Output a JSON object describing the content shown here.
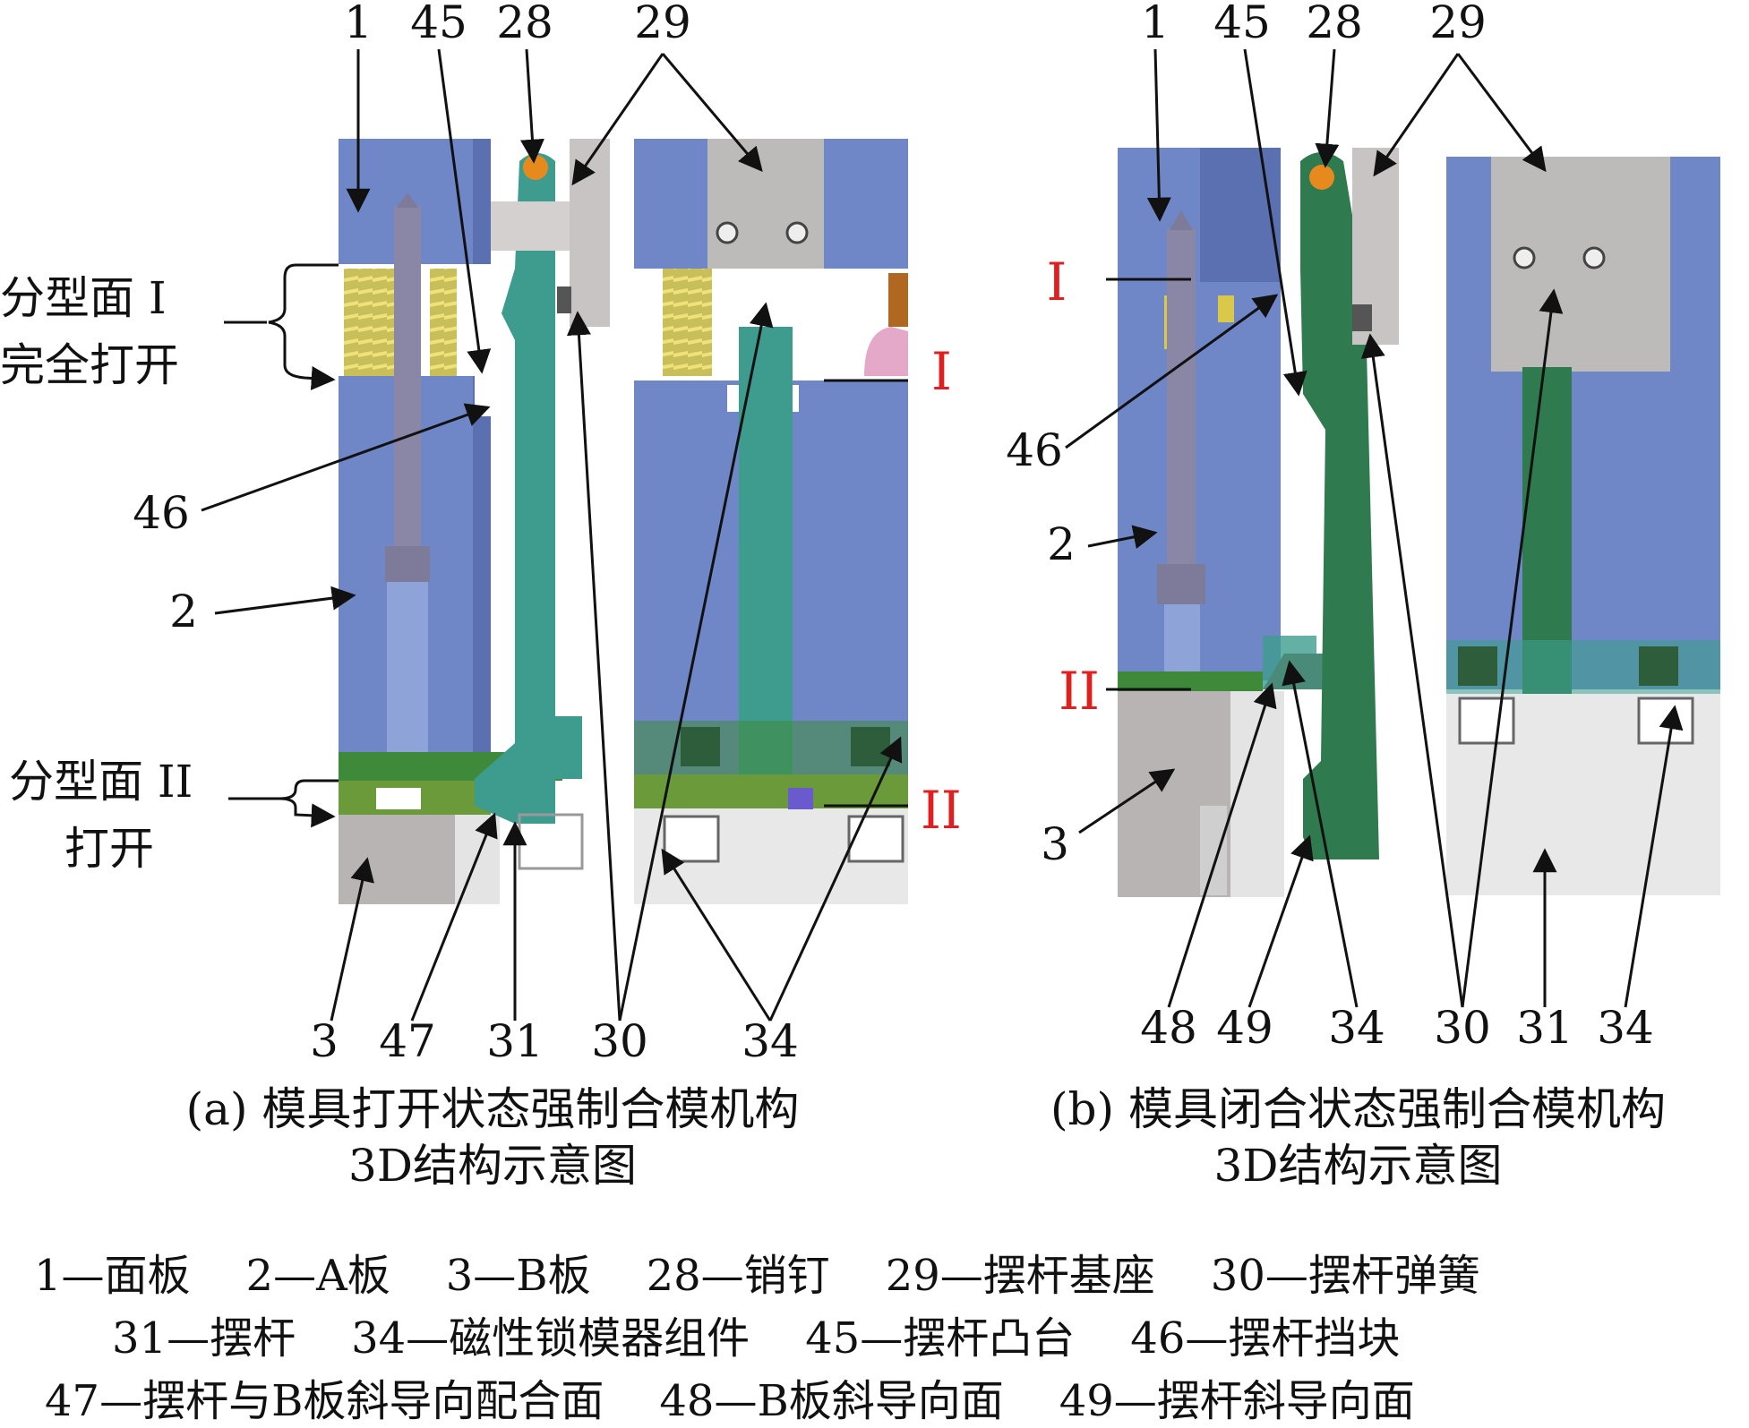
{
  "panel_a": {
    "caption_line1": "(a) 模具打开状态强制合模机构",
    "caption_line2": "3D结构示意图",
    "top_labels": [
      "1",
      "45",
      "28",
      "29"
    ],
    "bottom_labels": [
      "3",
      "47",
      "31",
      "30",
      "34"
    ],
    "side_labels": [
      "46",
      "2"
    ],
    "parting_I_line1": "分型面 I",
    "parting_I_line2": "完全打开",
    "parting_II_line1": "分型面 II",
    "parting_II_line2": "打开",
    "roman_I": "I",
    "roman_II": "II"
  },
  "panel_b": {
    "caption_line1": "(b) 模具闭合状态强制合模机构",
    "caption_line2": "3D结构示意图",
    "top_labels": [
      "1",
      "45",
      "28",
      "29"
    ],
    "bottom_labels": [
      "48",
      "49",
      "34",
      "30",
      "31",
      "34"
    ],
    "side_labels": [
      "46",
      "2",
      "3"
    ],
    "roman_I": "I",
    "roman_II": "II"
  },
  "legend": {
    "row1": [
      "1—面板",
      "2—A板",
      "3—B板",
      "28—销钉",
      "29—摆杆基座",
      "30—摆杆弹簧"
    ],
    "row2": [
      "31—摆杆",
      "34—磁性锁模器组件",
      "45—摆杆凸台",
      "46—摆杆挡块"
    ],
    "row3": [
      "47—摆杆与B板斜导向配合面",
      "48—B板斜导向面",
      "49—摆杆斜导向面"
    ]
  },
  "colors": {
    "plate_blue": "#6f87c6",
    "plate_blue_dark": "#5a70b0",
    "plate_gray": "#b8b4b4",
    "plate_light": "#e4e4e4",
    "rod_teal": "#3e9c8e",
    "rod_green": "#2f7a4e",
    "spring_yellow": "#d9c84a",
    "green_strip": "#3f8a3a",
    "roman_red": "#e02020",
    "pin_orange": "#e68a1e"
  }
}
